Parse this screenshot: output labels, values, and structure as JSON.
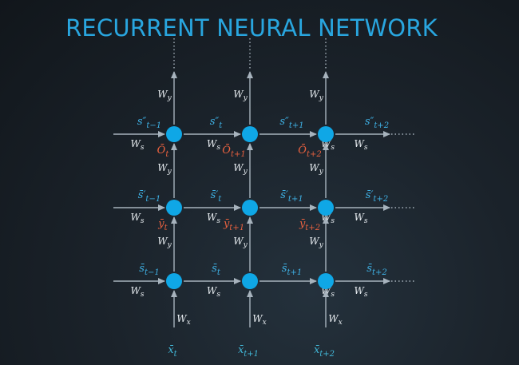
{
  "title": "RECURRENT NEURAL NETWORK",
  "colors": {
    "title": "#29a6df",
    "node": "#0fa7e6",
    "arrow": "#a7b3bd",
    "state": "#3fb2e6",
    "output": "#e8613f",
    "input": "#42b8d8",
    "weight": "#e8edf1"
  },
  "weights": {
    "Wy": "Wy",
    "Ws": "Ws",
    "Wx": "Wx"
  },
  "inputs": [
    "x̄t",
    "x̄t+1",
    "x̄t+2"
  ],
  "layers": [
    {
      "name": "top",
      "states": [
        "s″t−1",
        "s″t",
        "s″t+1",
        "s″t+2"
      ],
      "outputs": [
        "Ōt",
        "Ōt+1",
        "Ōt+2"
      ]
    },
    {
      "name": "middle",
      "states": [
        "s̄′t−1",
        "s̄′t",
        "s̄′t+1",
        "s̄′t+2"
      ],
      "outputs": [
        "ȳt",
        "ȳt+1",
        "ȳt+2"
      ]
    },
    {
      "name": "bottom",
      "states": [
        "s̄t−1",
        "s̄t",
        "s̄t+1",
        "s̄t+2"
      ],
      "outputs": []
    }
  ]
}
